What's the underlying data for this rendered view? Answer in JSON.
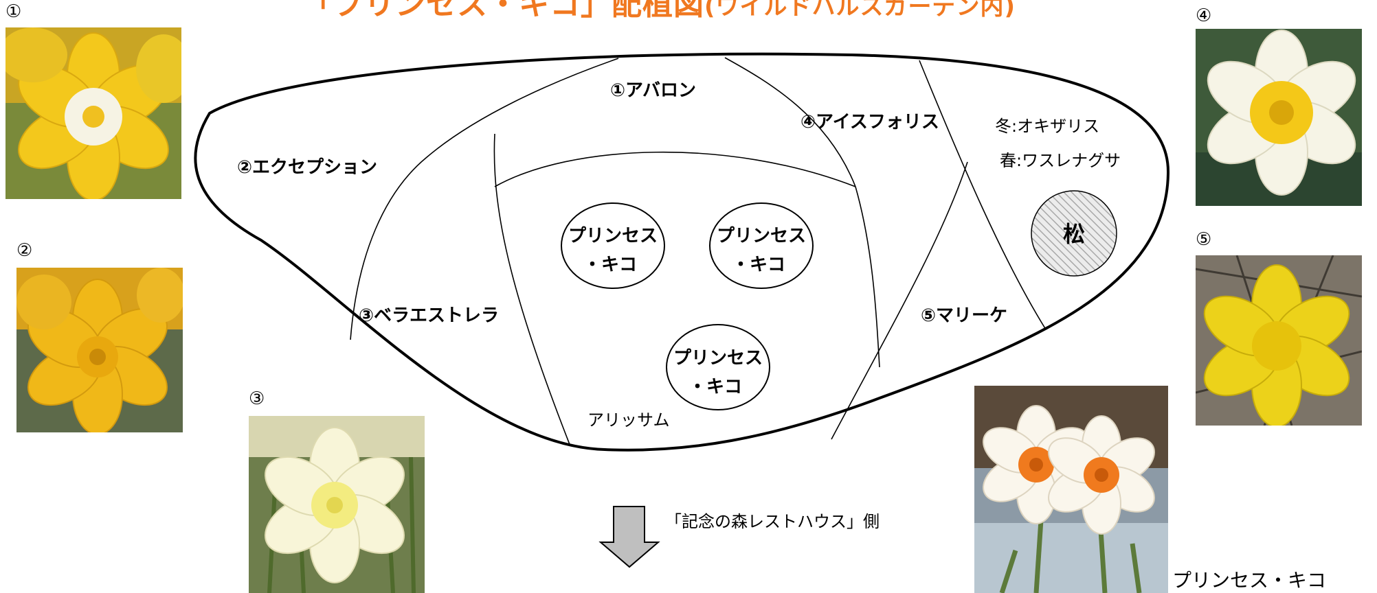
{
  "title": "「プリンセス・キコ」配植図",
  "title_sub": "(ワイルドハルスガーデン内)",
  "photo_labels": [
    "①",
    "②",
    "③",
    "④",
    "⑤"
  ],
  "sections": {
    "avalon": "①アバロン",
    "exception": "②エクセプション",
    "bellaestrella": "③ベラエストレラ",
    "iceFollies": "④アイスフォリス",
    "marieke": "⑤マリーケ"
  },
  "notes": {
    "winter": "冬:オキザリス",
    "spring": "春:ワスレナグサ"
  },
  "pine": "松",
  "princess": {
    "line1": "プリンセス",
    "line2": "・キコ"
  },
  "alyssum": "アリッサム",
  "direction": "「記念の森レストハウス」側",
  "photo_caption": "プリンセス・キコ",
  "colors": {
    "title": "#f07820",
    "arrow": "#bfbfbf",
    "daffodil_yellow": "#f2c200",
    "daffodil_white": "#f4f2e6",
    "cup_orange": "#f07a1e"
  }
}
